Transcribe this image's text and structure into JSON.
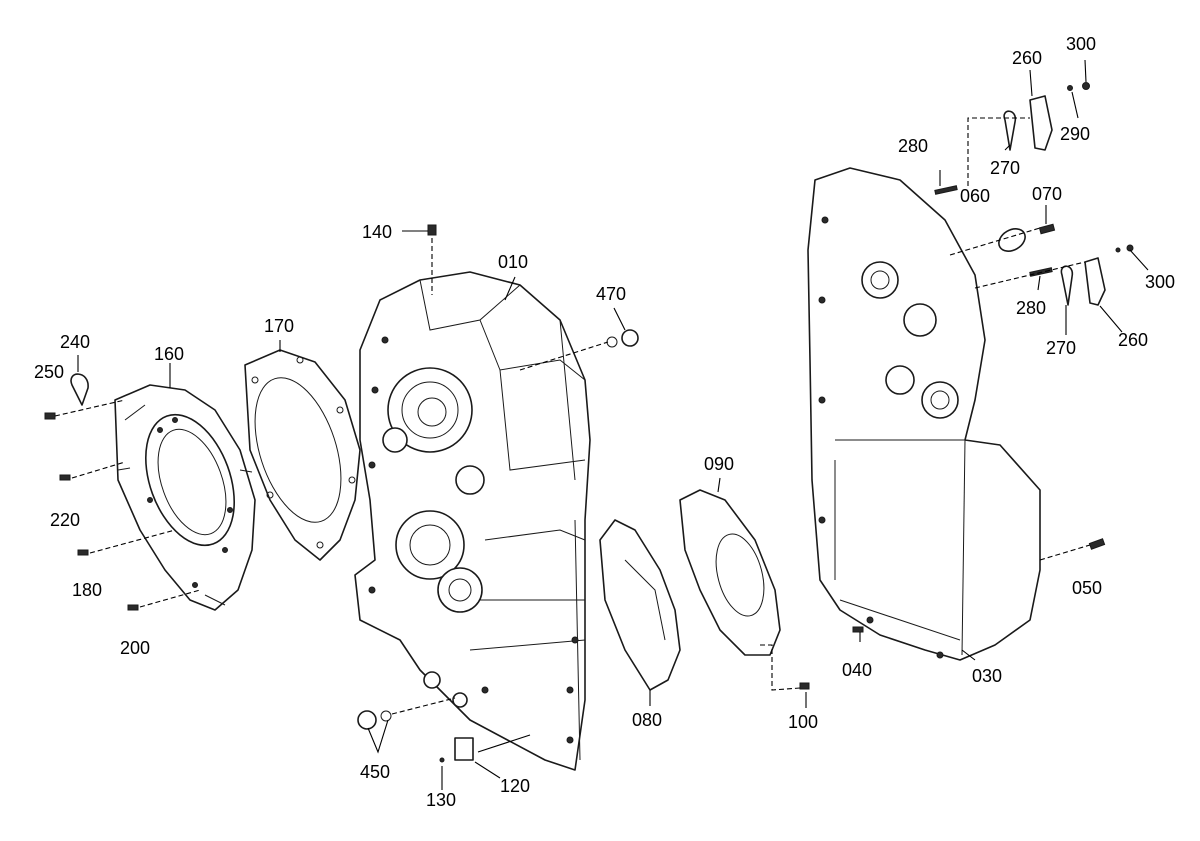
{
  "callouts": {
    "c300a": "300",
    "c260a": "260",
    "c290": "290",
    "c280a": "280",
    "c270a": "270",
    "c060": "060",
    "c070": "070",
    "c300b": "300",
    "c280b": "280",
    "c270b": "270",
    "c260b": "260",
    "c140": "140",
    "c010": "010",
    "c470": "470",
    "c170": "170",
    "c240": "240",
    "c160": "160",
    "c250": "250",
    "c220": "220",
    "c180": "180",
    "c200": "200",
    "c090": "090",
    "c050": "050",
    "c040": "040",
    "c030": "030",
    "c080": "080",
    "c100": "100",
    "c450": "450",
    "c120": "120",
    "c130": "130"
  }
}
